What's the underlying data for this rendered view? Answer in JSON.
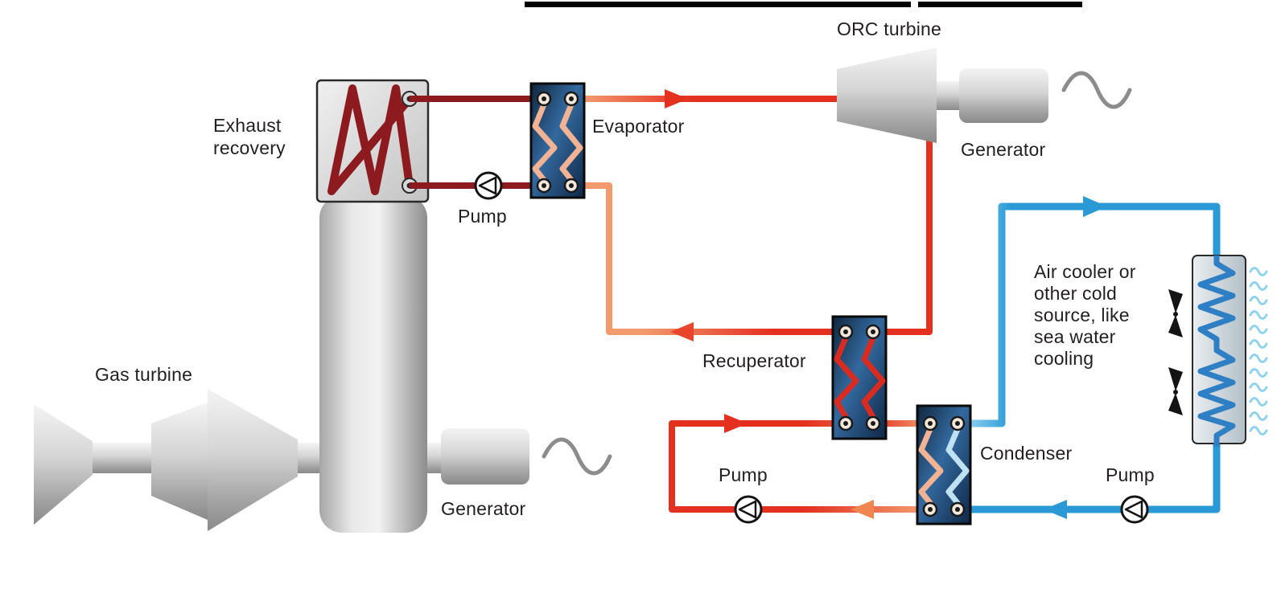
{
  "labels": {
    "gas_turbine": "Gas turbine",
    "generator_left": "Generator",
    "exhaust_recovery_line1": "Exhaust",
    "exhaust_recovery_line2": "recovery",
    "pump_exhaust": "Pump",
    "evaporator": "Evaporator",
    "orc_turbine": "ORC turbine",
    "generator_right": "Generator",
    "recuperator": "Recuperator",
    "pump_feed": "Pump",
    "condenser": "Condenser",
    "pump_cooling": "Pump",
    "air_cooler_lines": [
      "Air cooler or",
      "other cold",
      "source, like",
      "sea water",
      "cooling"
    ]
  },
  "colors": {
    "hot_exhaust_loop": "#8c1a1e",
    "hot_vapor_red": "#e4301f",
    "warm_liquid_orange": "#f2996e",
    "cold_water_blue": "#2a99d6",
    "cold_water_light_blue": "#86cdee",
    "heat_exchanger_body": "#33699f",
    "metal_light": "#f4f4f4",
    "metal_dark": "#8a8a8a",
    "text": "#231f20"
  }
}
